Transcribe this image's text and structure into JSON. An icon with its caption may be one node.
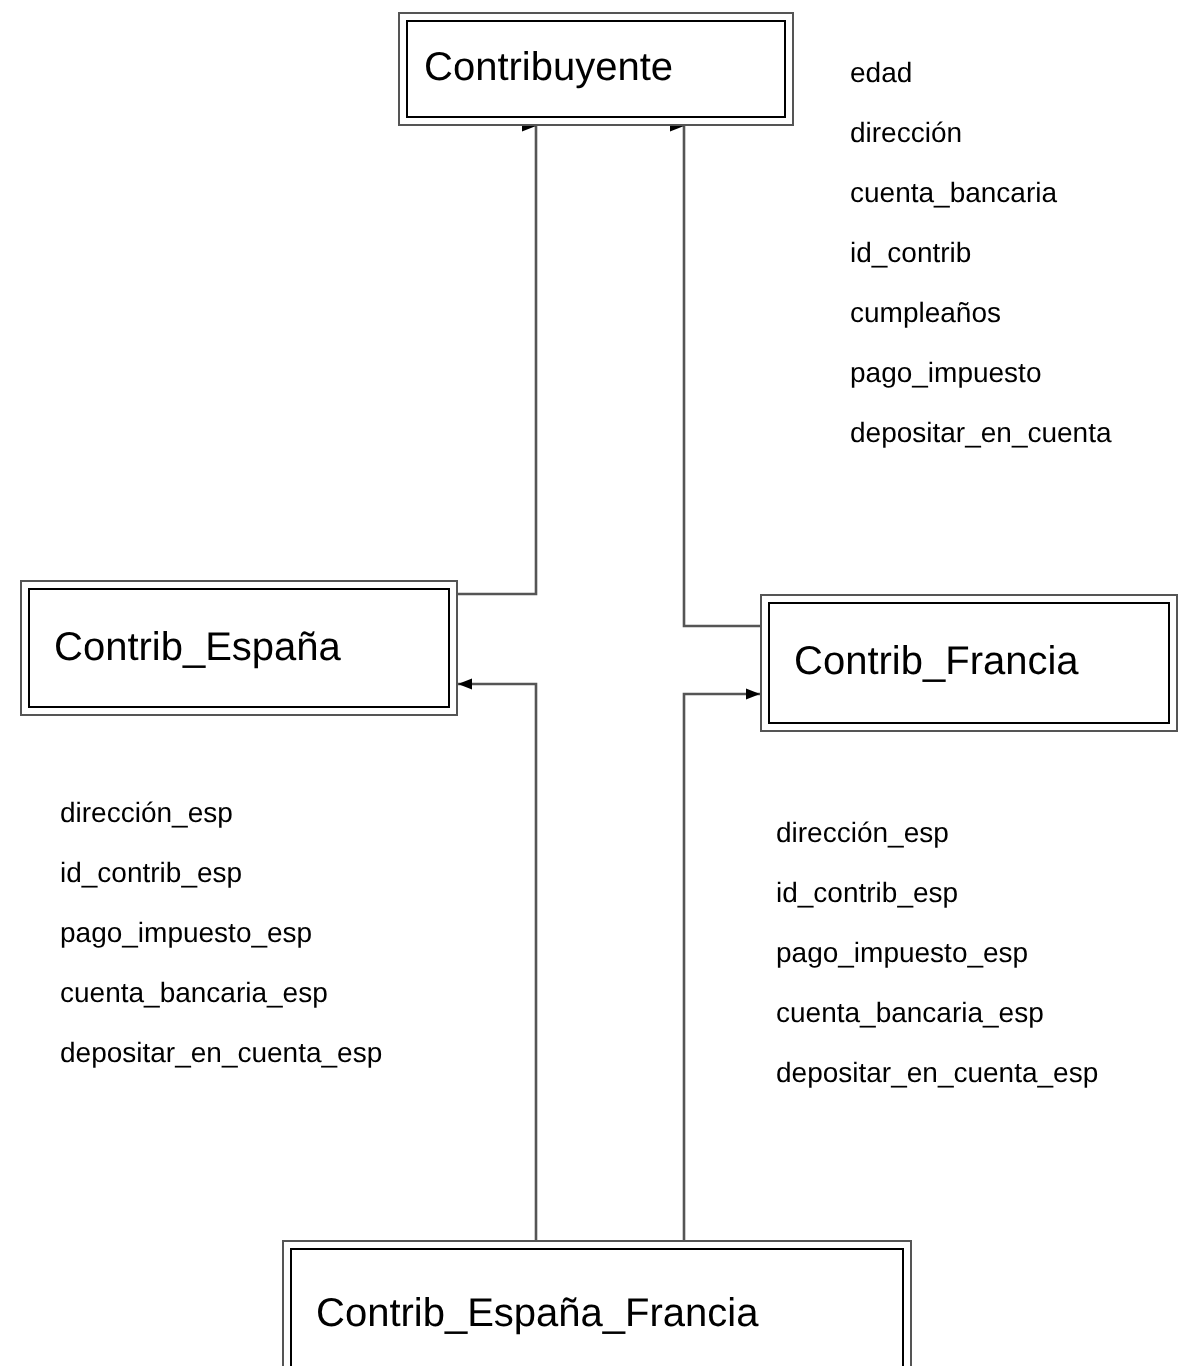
{
  "diagram": {
    "nodes": [
      {
        "text": [
          "Contribuyente"
        ],
        "beside": [
          "edad",
          "dirección",
          "cuenta_bancaria",
          "id_contrib",
          "cumpleaños",
          "pago_impuesto",
          "depositar_en_cuenta"
        ]
      },
      {
        "text": [
          "Contrib_España"
        ],
        "beside": [
          "dirección_esp",
          "id_contrib_esp",
          "pago_impuesto_esp",
          "cuenta_bancaria_esp",
          "depositar_en_cuenta_esp"
        ]
      },
      {
        "text": [
          "Contrib_Francia"
        ],
        "beside": [
          "dirección_esp",
          "id_contrib_esp",
          "pago_impuesto_esp",
          "cuenta_bancaria_esp",
          "depositar_en_cuenta_esp"
        ]
      },
      {
        "text": [
          "Contrib_España_Francia"
        ]
      }
    ],
    "edges": [
      {
        "from": 1,
        "to": 0,
        "arrow": "to"
      },
      {
        "from": 2,
        "to": 0,
        "arrow": "to"
      },
      {
        "from": 3,
        "to": 1,
        "arrow": "to"
      },
      {
        "from": 3,
        "to": 2,
        "arrow": "to"
      }
    ]
  }
}
